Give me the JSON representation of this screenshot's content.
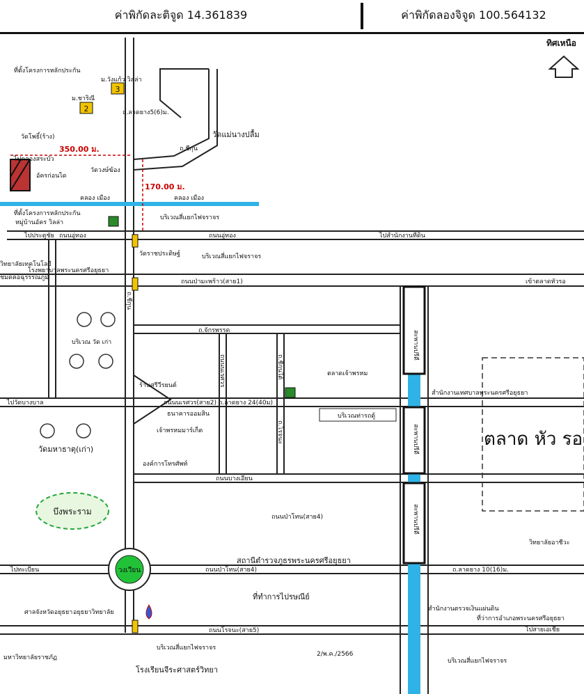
{
  "header": {
    "latitude_label": "ค่าพิกัดละติจูด 14.361839",
    "longitude_label": "ค่าพิกัดลองจิจูด 100.564132"
  },
  "compass": {
    "label": "ทิศเหนือ"
  },
  "measurements": {
    "west_distance": "350.00 ม.",
    "north_distance": "170.00 ม."
  },
  "places": {
    "project_top": "ที่ตั้งโครงการหลักประกัน",
    "mu_wangkaew": "ม.วังแก้ว วิลล่า",
    "mu_charini": "ม.ชาริณี",
    "soi_latya": "ถ.ลาดยาง5(6)ม.",
    "wat_phai": "วัดโพธิ์(ร้าง)",
    "wat_nang": "วัดแม่นางปลื้ม",
    "road_chikun": "ถ.ชีกุน",
    "to_khlong": "ไปคลองสระบัว",
    "ikhon": "อัครก่อนได",
    "wat_wongchai": "วัดวงษ์ฆ้อง",
    "khlong_left": "คลอง เมือง",
    "khlong_right": "คลอง เมือง",
    "project_main": "ที่ตั้งโครงการหลักประกัน",
    "village_name": "หมู่บ้านอัคร วิลล่า",
    "rail_crossing_1": "บริเวณสี่แยกไฟจราจร",
    "to_pratu": "ไปประตูชัย",
    "road_utong_1": "ถนนอู่ทอง",
    "road_utong_2": "ถนนอู่ทอง",
    "to_market": "ไปสำนักงานที่ดิน",
    "college": "วิทยาลัยเทคโนโลยี",
    "hospital": "โรงพยาบาลพระนครศรีอยุธยา",
    "school_north": "ชมดคอฉุรรรณภูมิ",
    "wat_ratcha": "วัดราชประดิษฐ์",
    "rail_crossing_2": "บริเวณสี่แยกไฟจราจร",
    "road_pamaprao": "ถนนป่ามะพร้าว(สาย1)",
    "to_hua_ro": "เข้าตลาดหัวรอ",
    "road_chikun_v": "ถ.ชีกุน",
    "road_chakkraphat": "ถ.จักรพรรด",
    "road_lathya_v": "ถ.ชีกุนใต้",
    "temple_area": "บริเวณ วัด เก่า",
    "road_naresuan_v": "ถนนนเรศวร",
    "road_rojana_v": "ถ.โรจนะ",
    "to_bang_pahan": "ไปวัดบางบาล",
    "shop_1": "ร้านศรีวีรยนต์",
    "road_naresuan_h": "ถนนนเรศวร(สาย2) ถ.ลาดยาง 24(40ม)",
    "bank": "ธนาคารออมสิน",
    "market": "ตลาดเจ้าพรหม",
    "chaophrom": "เจ้าพรหมมาร์เก็ต",
    "telecom": "องค์การโทรศัพท์",
    "wat_mahathat": "วัดมหาธาตุ(เก่า)",
    "intersection_h": "ถนนบางเอียน",
    "police_box": "บริเวณท่ารถตู้",
    "municipality": "สำนักงานเทศบาลพระนครศรีอยุธยา",
    "market_big": "ตลาด หัว รอ",
    "bridge_1": "สะพานปรีดี",
    "bridge_2": "สะพานปรีดี",
    "bridge_3": "สะพานปรีดี",
    "bueng": "บึงพระราม",
    "road_pathon": "ถนนป่าโทน(สาย4)",
    "road_pathon_2": "ถนนป่าโทน(สาย4)",
    "police": "สถานีตำรวจภูธรพระนครศรีอยุธยา",
    "college_2": "วิทยาลัยอาชีวะ",
    "to_pratu_2": "ไปทะเบียน",
    "road_latya_10": "ถ.ลาดยาง 10(16)ม.",
    "roundabout": "วงเวียน",
    "post_office": "ที่ทำการไปรษณีย์",
    "court": "ศาลจังหวัดอยุธยา",
    "ayutthaya_college": "อยุธยาวิทยาลัย",
    "treasury": "สำนักงานตรวจเงินแผ่นดิน",
    "district_office": "ที่ว่าการอำเภอพระนครศรีอยุธยา",
    "to_sena": "ไปสายเอเชีย",
    "road_rojana": "ถนนโรจนะ(สาย5)",
    "rajabhat": "มหาวิทยาลัยราชภัฏ",
    "rail_crossing_3": "บริเวณสี่แยกไฟจราจร",
    "school_last": "โรงเรียนจีระศาสตร์วิทยา",
    "date_note": "2/พ.ค./2566",
    "rail_crossing_4": "บริเวณสี่แยกไฟจราจร"
  },
  "colors": {
    "water": "#2fb3e6",
    "green_pond": "#22c238",
    "oval_fill": "#e8f7e0",
    "road": "#222222",
    "highlight": "#f2c400"
  }
}
